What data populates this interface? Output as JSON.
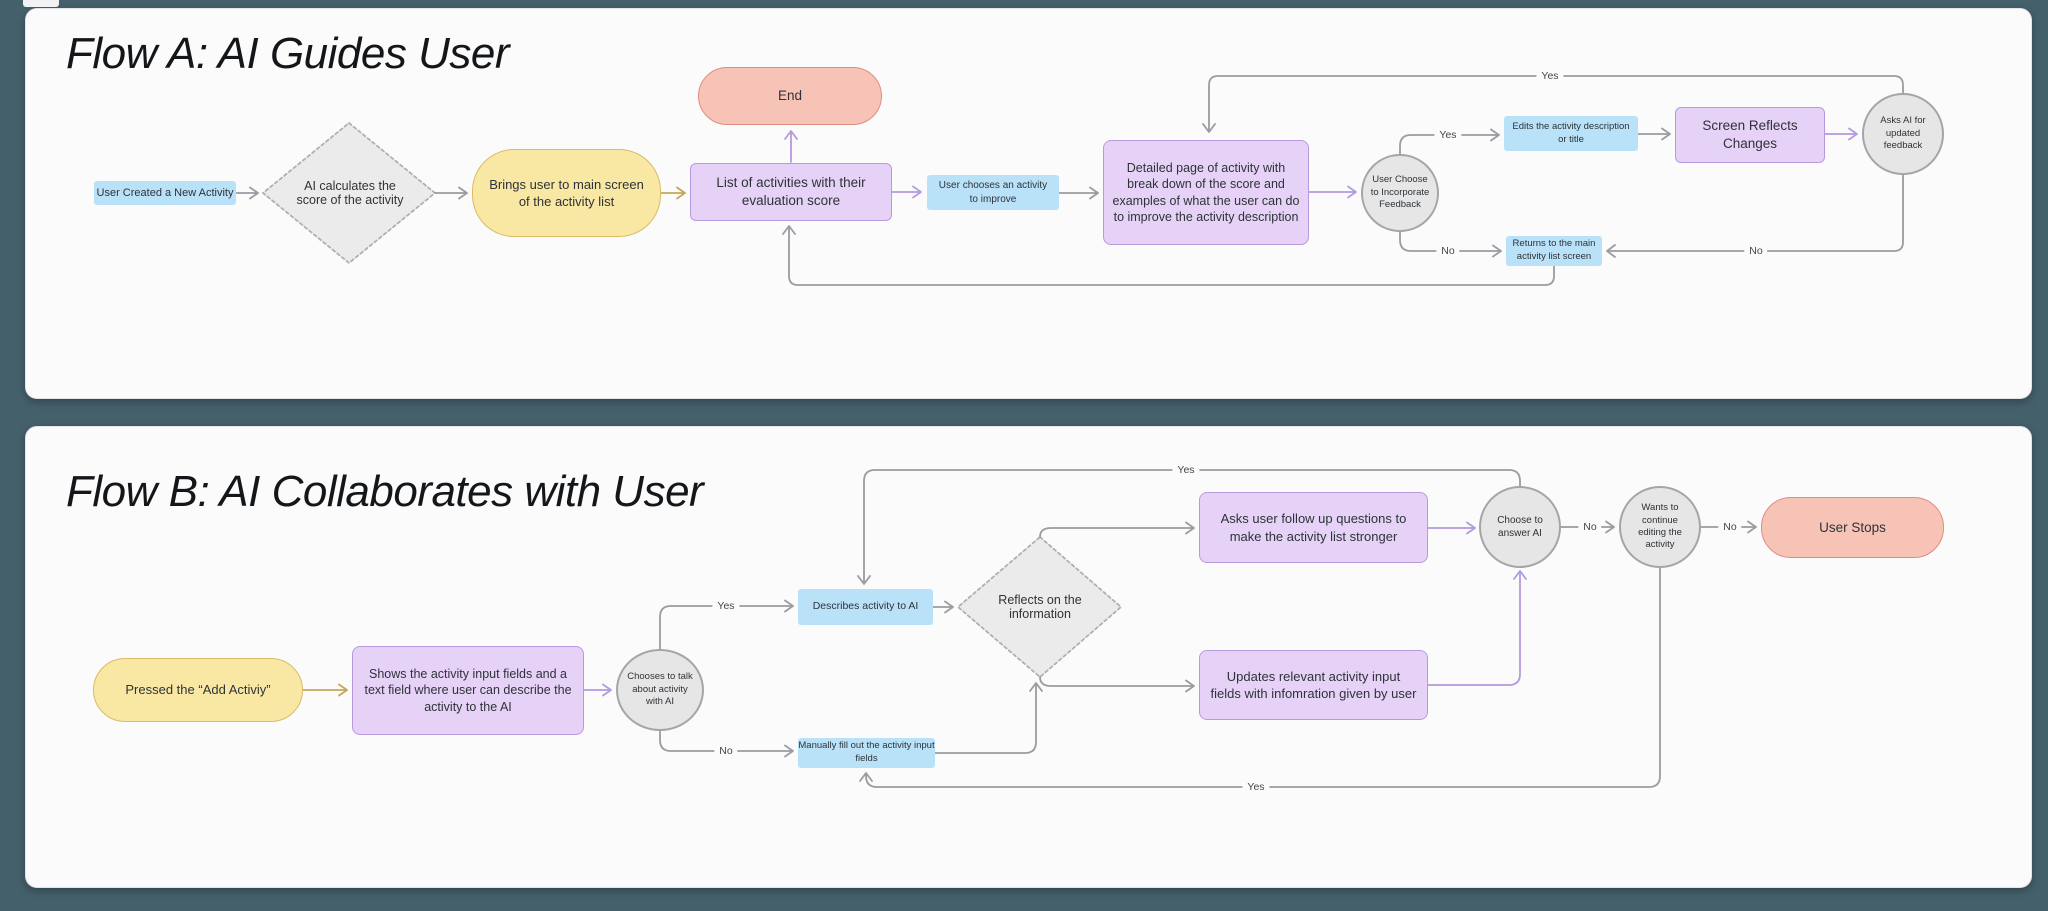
{
  "colors": {
    "page_bg": "#44606b",
    "panel_bg": "#fbfbfc",
    "blue_fill": "#b9e1f8",
    "yellow_fill": "#f9e7a4",
    "yellow_border": "#d9bc63",
    "purple_fill": "#e6d2f7",
    "purple_border": "#b999dd",
    "pink_fill": "#f8c3b7",
    "pink_border": "#df8d80",
    "gray_node_fill": "#e6e6e6",
    "gray_node_border": "#a5a5a8",
    "diamond_fill": "#ebebeb",
    "diamond_border": "#b0b0b0",
    "arrow_gray": "#9b9ba1",
    "arrow_purple": "#b49ade",
    "arrow_olive": "#c5a75b"
  },
  "flow_a": {
    "title": "Flow A: AI Guides User",
    "nodes": {
      "start": "User Created a New Activity",
      "calc": "AI calculates the score of the activity",
      "brings": "Brings user to main screen of the activity list",
      "end": "End",
      "list": "List of activities with their evaluation score",
      "chooses": "User chooses an activity to improve",
      "detail": "Detailed page of activity with break down of the score and examples of what the user can do to improve the activity description",
      "incorporate": "User Choose to Incorporate Feedback",
      "edits": "Edits the activity description or title",
      "screen": "Screen Reflects Changes",
      "asks": "Asks AI for updated feedback",
      "returns": "Returns to the main activity list screen"
    },
    "labels": {
      "yes_loop_top": "Yes",
      "yes_branch": "Yes",
      "no_branch": "No",
      "no_return": "No"
    }
  },
  "flow_b": {
    "title": "Flow B: AI Collaborates with User",
    "nodes": {
      "pressed": "Pressed the “Add Activiy”",
      "shows": "Shows the activity input fields and a text field where user can describe the activity to the AI",
      "talk": "Chooses to talk about activity with AI",
      "describes": "Describes activity to AI",
      "reflects": "Reflects on the information",
      "manually": "Manually fill out the activity input fields",
      "asks_user": "Asks user follow up questions to make the activity list stronger",
      "choose_answer": "Choose to answer AI",
      "updates": "Updates relevant activity input fields with infomration given by user",
      "wants": "Wants to continue editing the activity",
      "stops": "User Stops"
    },
    "labels": {
      "yes_talk": "Yes",
      "no_talk": "No",
      "yes_loop_top": "Yes",
      "no_choose": "No",
      "no_wants": "No",
      "yes_loop_bottom": "Yes"
    }
  }
}
